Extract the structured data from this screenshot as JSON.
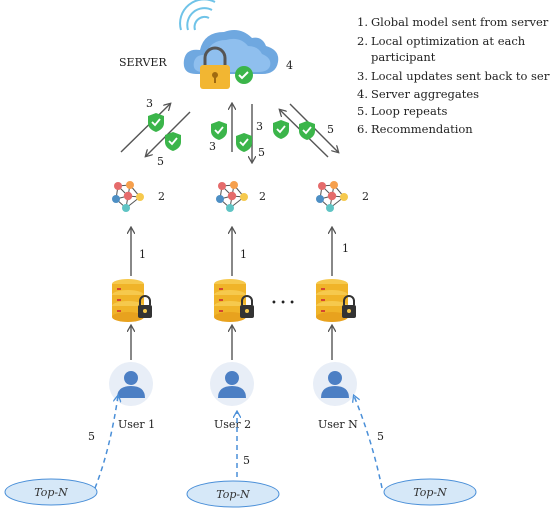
{
  "server": {
    "label": "SERVER",
    "step": "4"
  },
  "legend": [
    {
      "num": "1.",
      "lines": [
        "Global model sent from server"
      ]
    },
    {
      "num": "2.",
      "lines": [
        "Local optimization at each",
        "participant"
      ]
    },
    {
      "num": "3.",
      "lines": [
        "Local updates sent back to server"
      ]
    },
    {
      "num": "4.",
      "lines": [
        "Server aggregates"
      ]
    },
    {
      "num": "5.",
      "lines": [
        "Loop repeats"
      ]
    },
    {
      "num": "6.",
      "lines": [
        "Recommendation"
      ]
    }
  ],
  "step_labels": {
    "up": "3",
    "down": "5",
    "to_model": "1",
    "local": "2",
    "loop": "5"
  },
  "users": [
    {
      "name": "User 1",
      "output": "Top-N"
    },
    {
      "name": "User 2",
      "output": "Top-N"
    },
    {
      "name": "User N",
      "output": "Top-N"
    }
  ],
  "ellipsis": "• • •",
  "colors": {
    "cloud": "#6fa8e0",
    "lock": "#f2b632",
    "check": "#3bb54a",
    "database": "#f0b429",
    "user": "#4c7fc4",
    "dashed": "#4a8fd8"
  }
}
